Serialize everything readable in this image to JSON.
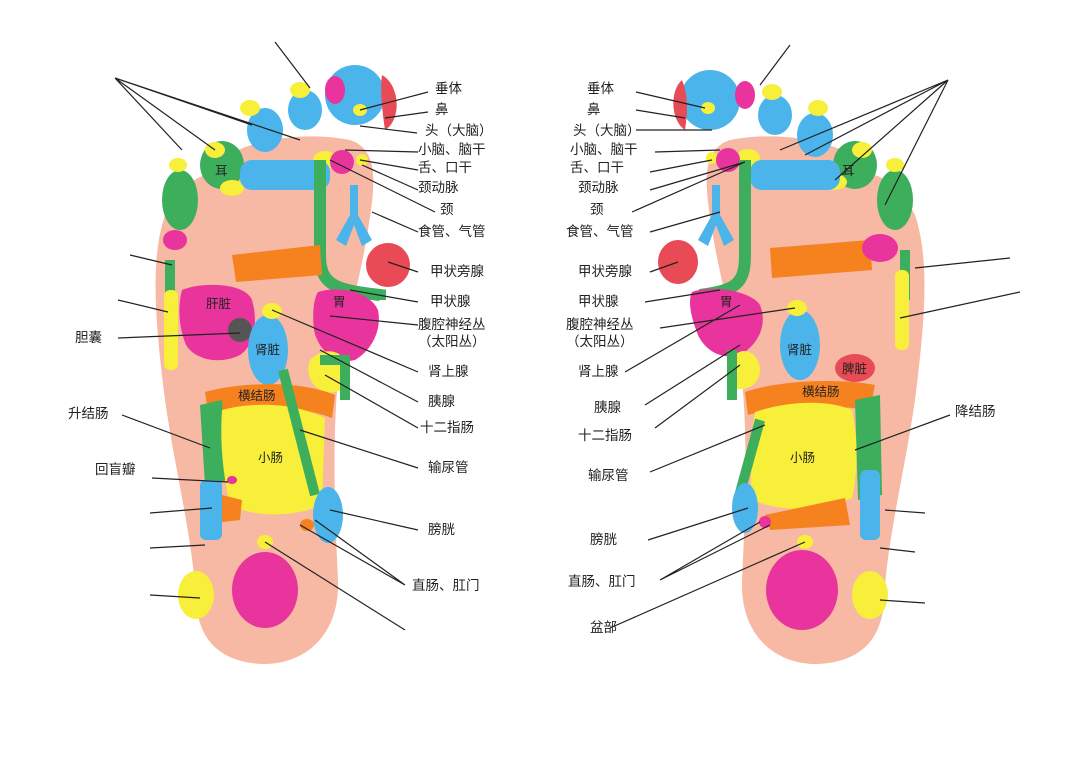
{
  "left_foot": {
    "labels": {
      "chuiti": "垂体",
      "bi": "鼻",
      "tou": "头（大脑）",
      "xiaonao": "小脑、脑干",
      "she": "舌、口干",
      "jingdongmai": "颈动脉",
      "jing": "颈",
      "shiguan": "食管、气管",
      "jiazhuangpangxian": "甲状旁腺",
      "jiazhuangxian": "甲状腺",
      "fuqiang": "腹腔神经丛",
      "taiyang": "（太阳丛）",
      "shenshangxian": "肾上腺",
      "yixian": "胰腺",
      "shierzhichang": "十二指肠",
      "shuniaoguan": "输尿管",
      "pangguang": "膀胱",
      "zhichang": "直肠、肛门",
      "dannang": "胆囊",
      "shengjiechang": "升结肠",
      "huimangban": "回盲瓣"
    },
    "organs": {
      "er": "耳",
      "gan": "肝脏",
      "shen": "肾脏",
      "wei": "胃",
      "hengjie": "横结肠",
      "xiaochang": "小肠"
    }
  },
  "right_foot": {
    "labels": {
      "chuiti": "垂体",
      "bi": "鼻",
      "tou": "头（大脑）",
      "xiaonao": "小脑、脑干",
      "she": "舌、口干",
      "jingdongmai": "颈动脉",
      "jing": "颈",
      "shiguan": "食管、气管",
      "jiazhuangpangxian": "甲状旁腺",
      "jiazhuangxian": "甲状腺",
      "fuqiang": "腹腔神经丛",
      "taiyang": "（太阳丛）",
      "shenshangxian": "肾上腺",
      "yixian": "胰腺",
      "shierzhichang": "十二指肠",
      "shuniaoguan": "输尿管",
      "pangguang": "膀胱",
      "zhichang": "直肠、肛门",
      "penbu": "盆部",
      "jiangjiechang": "降结肠"
    },
    "organs": {
      "er": "耳",
      "pi": "脾脏",
      "shen": "肾脏",
      "wei": "胃",
      "hengjie": "横结肠",
      "xiaochang": "小肠"
    }
  },
  "colors": {
    "skin": "#f7b8a4",
    "green": "#3cae5c",
    "blue": "#4bb4ea",
    "yellow": "#f7ef3a",
    "magenta": "#e8349c",
    "orange": "#f5821f",
    "red": "#e84b55"
  }
}
